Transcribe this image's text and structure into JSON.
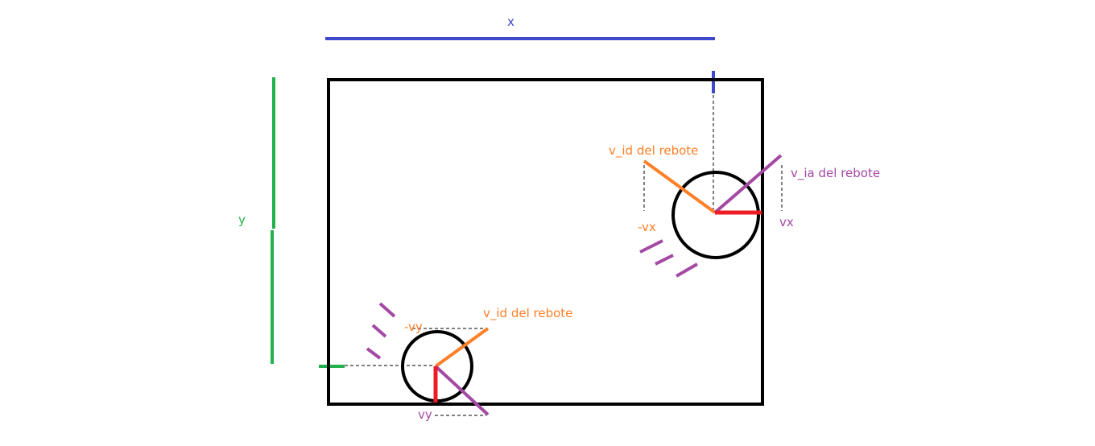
{
  "colors": {
    "blue": "#3f48cc",
    "green": "#22b14c",
    "orange": "#ff7f27",
    "purple": "#a349a4",
    "red": "#ed1c24",
    "black": "#000000"
  },
  "labels": {
    "x_axis": "x",
    "y_axis": "y",
    "top_right": {
      "v_id": "v_id del rebote",
      "v_ia": "v_ia del rebote",
      "neg_vx": "-vx",
      "vx": "vx"
    },
    "bottom_left": {
      "v_id": "v_id del rebote",
      "neg_vy": "-vy",
      "vy": "vy"
    }
  }
}
